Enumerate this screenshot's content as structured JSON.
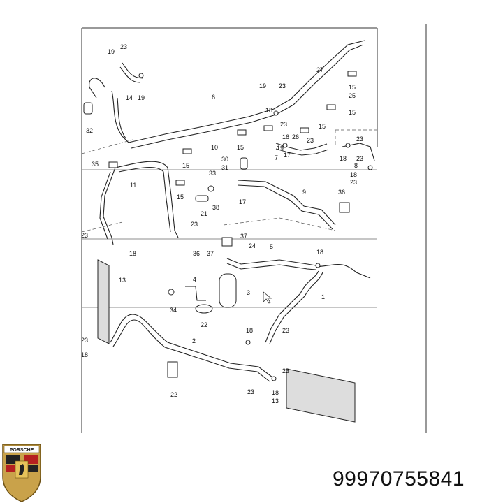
{
  "part_number": "99970755841",
  "logo": {
    "icon": "porsche-crest-icon",
    "text": "PORSCHE"
  },
  "callouts": [
    {
      "id": "c19a",
      "text": "19"
    },
    {
      "id": "c23a",
      "text": "23"
    },
    {
      "id": "c14",
      "text": "14"
    },
    {
      "id": "c19b",
      "text": "19"
    },
    {
      "id": "c32",
      "text": "32"
    },
    {
      "id": "c6",
      "text": "6"
    },
    {
      "id": "c10",
      "text": "10"
    },
    {
      "id": "c15a",
      "text": "15"
    },
    {
      "id": "c15b",
      "text": "15"
    },
    {
      "id": "c19c",
      "text": "19"
    },
    {
      "id": "c23b",
      "text": "23"
    },
    {
      "id": "c18a",
      "text": "18"
    },
    {
      "id": "c23c",
      "text": "23"
    },
    {
      "id": "c27",
      "text": "27"
    },
    {
      "id": "c15c",
      "text": "15"
    },
    {
      "id": "c25",
      "text": "25"
    },
    {
      "id": "c15d",
      "text": "15"
    },
    {
      "id": "c15e",
      "text": "15"
    },
    {
      "id": "c16",
      "text": "16"
    },
    {
      "id": "c23d",
      "text": "23"
    },
    {
      "id": "c26",
      "text": "26"
    },
    {
      "id": "c19d",
      "text": "19"
    },
    {
      "id": "c7",
      "text": "7"
    },
    {
      "id": "c17a",
      "text": "17"
    },
    {
      "id": "c23e",
      "text": "23"
    },
    {
      "id": "c18b",
      "text": "18"
    },
    {
      "id": "c23f",
      "text": "23"
    },
    {
      "id": "c8",
      "text": "8"
    },
    {
      "id": "c18c",
      "text": "18"
    },
    {
      "id": "c23g",
      "text": "23"
    },
    {
      "id": "c35",
      "text": "35"
    },
    {
      "id": "c11",
      "text": "11"
    },
    {
      "id": "c33",
      "text": "33"
    },
    {
      "id": "c30",
      "text": "30"
    },
    {
      "id": "c31",
      "text": "31"
    },
    {
      "id": "c15f",
      "text": "15"
    },
    {
      "id": "c21",
      "text": "21"
    },
    {
      "id": "c38",
      "text": "38"
    },
    {
      "id": "c17b",
      "text": "17"
    },
    {
      "id": "c9",
      "text": "9"
    },
    {
      "id": "c36a",
      "text": "36"
    },
    {
      "id": "c23h",
      "text": "23"
    },
    {
      "id": "c23i",
      "text": "23"
    },
    {
      "id": "c18d",
      "text": "18"
    },
    {
      "id": "c37a",
      "text": "37"
    },
    {
      "id": "c36b",
      "text": "36"
    },
    {
      "id": "c24",
      "text": "24"
    },
    {
      "id": "c37b",
      "text": "37"
    },
    {
      "id": "c5",
      "text": "5"
    },
    {
      "id": "c18e",
      "text": "18"
    },
    {
      "id": "c13a",
      "text": "13"
    },
    {
      "id": "c4",
      "text": "4"
    },
    {
      "id": "c3",
      "text": "3"
    },
    {
      "id": "c34",
      "text": "34"
    },
    {
      "id": "c1",
      "text": "1"
    },
    {
      "id": "c22a",
      "text": "22"
    },
    {
      "id": "c18f",
      "text": "18"
    },
    {
      "id": "c23j",
      "text": "23"
    },
    {
      "id": "c2",
      "text": "2"
    },
    {
      "id": "c23k",
      "text": "23"
    },
    {
      "id": "c18g",
      "text": "18"
    },
    {
      "id": "c23l",
      "text": "23"
    },
    {
      "id": "c22b",
      "text": "22"
    },
    {
      "id": "c23m",
      "text": "23"
    },
    {
      "id": "c18h",
      "text": "18"
    },
    {
      "id": "c13b",
      "text": "13"
    }
  ]
}
